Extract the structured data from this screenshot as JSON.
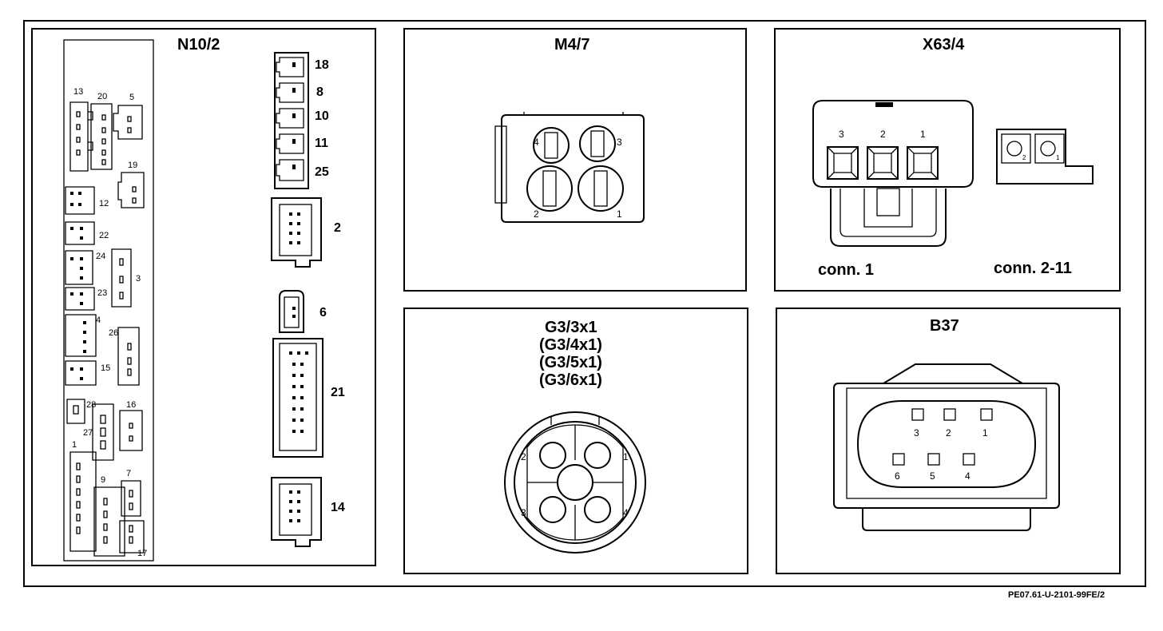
{
  "panels": {
    "n10_2": {
      "title": "N10/2",
      "connector_labels": [
        "13",
        "20",
        "5",
        "19",
        "12",
        "22",
        "24",
        "3",
        "23",
        "4",
        "26",
        "15",
        "28",
        "16",
        "27",
        "1",
        "9",
        "7",
        "17"
      ],
      "right_connectors": [
        "18",
        "8",
        "10",
        "11",
        "25",
        "2",
        "6",
        "21",
        "14"
      ]
    },
    "m4_7": {
      "title": "M4/7",
      "pins": [
        "4",
        "3",
        "2",
        "1"
      ]
    },
    "x63_4": {
      "title": "X63/4",
      "pins": [
        "3",
        "2",
        "1"
      ],
      "conn1_label": "conn. 1",
      "conn2_label": "conn. 2-11",
      "conn2_pins": [
        "2",
        "1"
      ]
    },
    "g3": {
      "title_lines": [
        "G3/3x1",
        "(G3/4x1)",
        "(G3/5x1)",
        "(G3/6x1)"
      ],
      "pins": [
        "2",
        "1",
        "3",
        "4"
      ]
    },
    "b37": {
      "title": "B37",
      "pins": [
        "3",
        "2",
        "1",
        "6",
        "5",
        "4"
      ]
    }
  },
  "footer": {
    "code": "PE07.61-U-2101-99FE/2"
  }
}
